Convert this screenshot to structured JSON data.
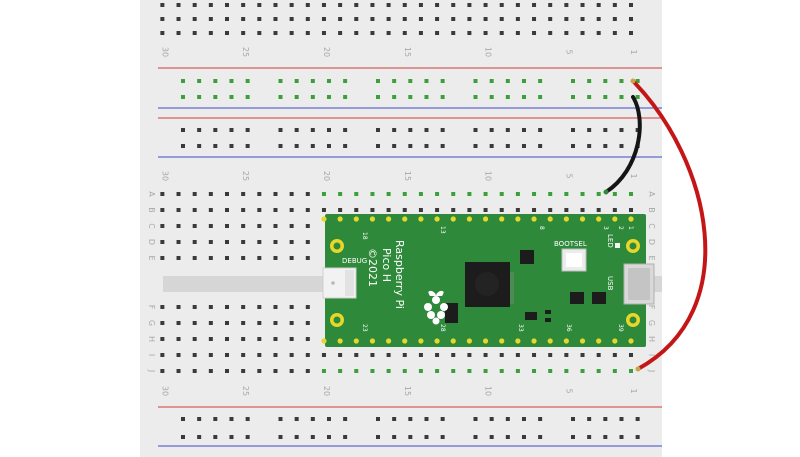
{
  "breadboard": {
    "column_numbers": [
      "30",
      "25",
      "20",
      "15",
      "10",
      "5",
      "1"
    ],
    "row_letters_top": [
      "A",
      "B",
      "C",
      "D",
      "E"
    ],
    "row_letters_bottom": [
      "F",
      "G",
      "H",
      "I",
      "J"
    ],
    "colors": {
      "board": "#ececec",
      "rail_red": "#d23b3b",
      "rail_blue": "#3b48c8",
      "hole": "#3a3a3a",
      "hole_connected": "#3aa13a"
    }
  },
  "pico": {
    "brand": "Raspberry Pi",
    "model": "Pico H",
    "year": "©2021",
    "debug_label": "DEBUG",
    "bootsel_label": "BOOTSEL",
    "led_label": "LED",
    "usb_label": "USB",
    "pin_labels": {
      "pin1": "1",
      "pin2": "2",
      "pin3": "3",
      "pin8": "8",
      "pin13": "13",
      "pin18": "18",
      "pin23": "23",
      "pin28": "28",
      "pin33": "33",
      "pin36": "36",
      "pin39": "39"
    },
    "colors": {
      "pcb": "#2e8a3a",
      "chip": "#1c1c1c",
      "pad": "#e8d72a"
    }
  },
  "wires": [
    {
      "name": "black-wire",
      "color": "#151515"
    },
    {
      "name": "red-wire",
      "color": "#c41616"
    }
  ]
}
